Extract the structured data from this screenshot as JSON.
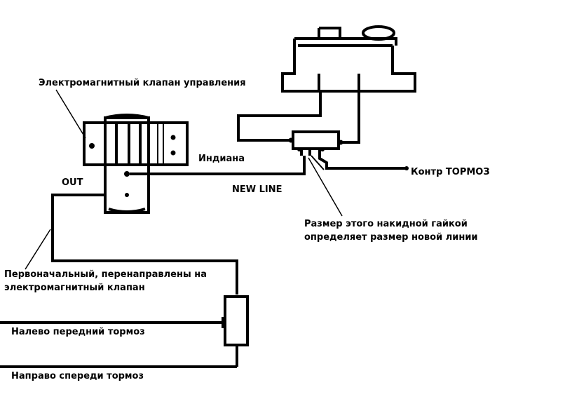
{
  "labels": {
    "solenoid_title": "Электромагнитный клапан управления",
    "indiana": "Индиана",
    "out": "OUT",
    "new_line": "NEW LINE",
    "kontr_tormoz": "Контр ТОРМОЗ",
    "fitting_note_line1": "Размер этого накидной гайкой",
    "fitting_note_line2": "определяет размер новой линии",
    "original_note_line1": "Первоначальный, перенаправлены на",
    "original_note_line2": "электромагнитный клапан",
    "left_front": "Налево передний тормоз",
    "right_front": "Направо спереди тормоз"
  },
  "colors": {
    "stroke": "#000000",
    "background": "#ffffff"
  }
}
